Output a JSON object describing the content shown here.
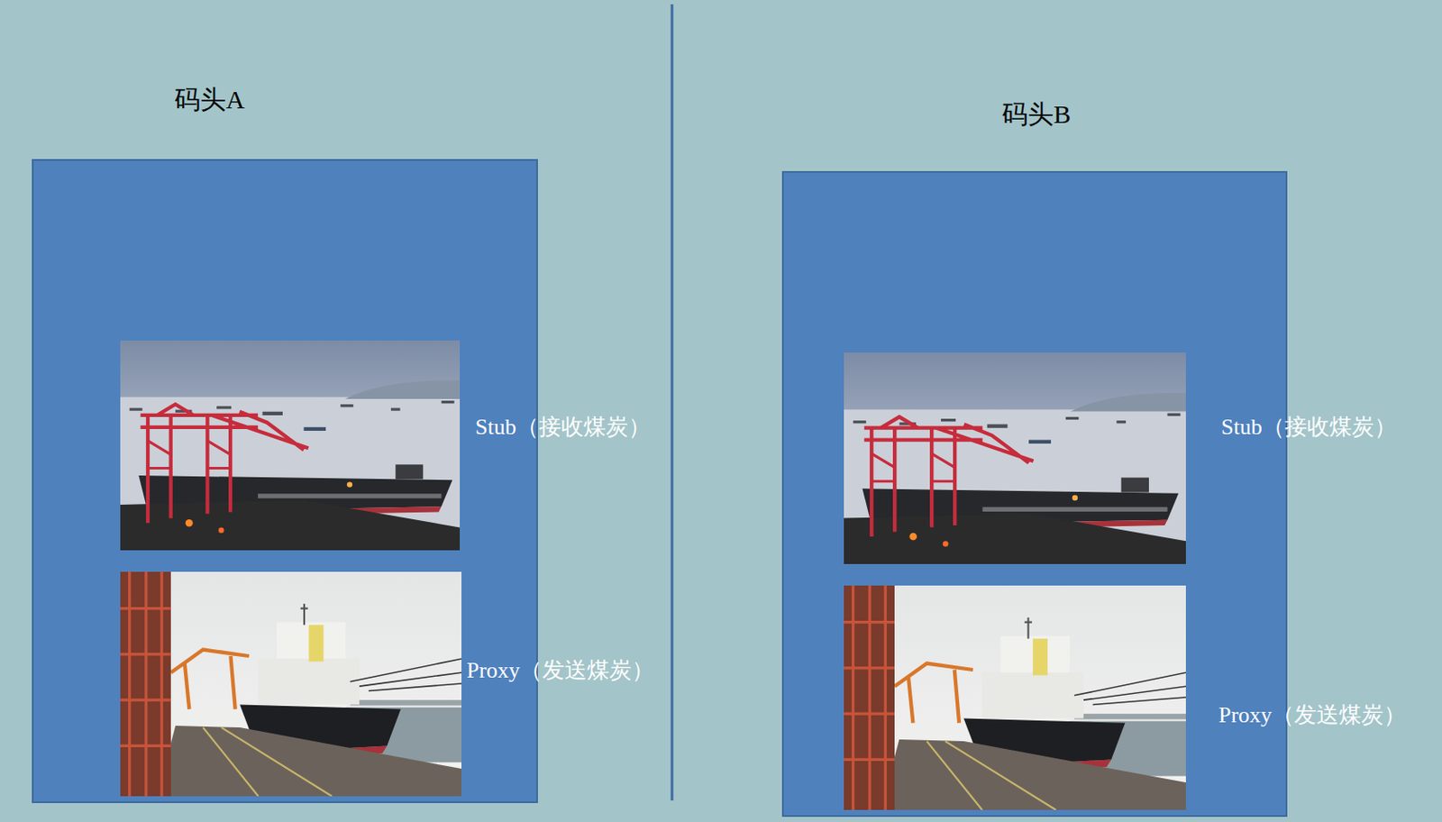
{
  "diagram": {
    "nodes": [
      {
        "text": [
          "码头A"
        ]
      },
      {
        "text": [
          "码头B"
        ]
      }
    ],
    "labels": [
      "Stub（接收煤炭）",
      "Proxy（发送煤炭）",
      "Stub（接收煤炭）",
      "Proxy（发送煤炭）"
    ]
  }
}
